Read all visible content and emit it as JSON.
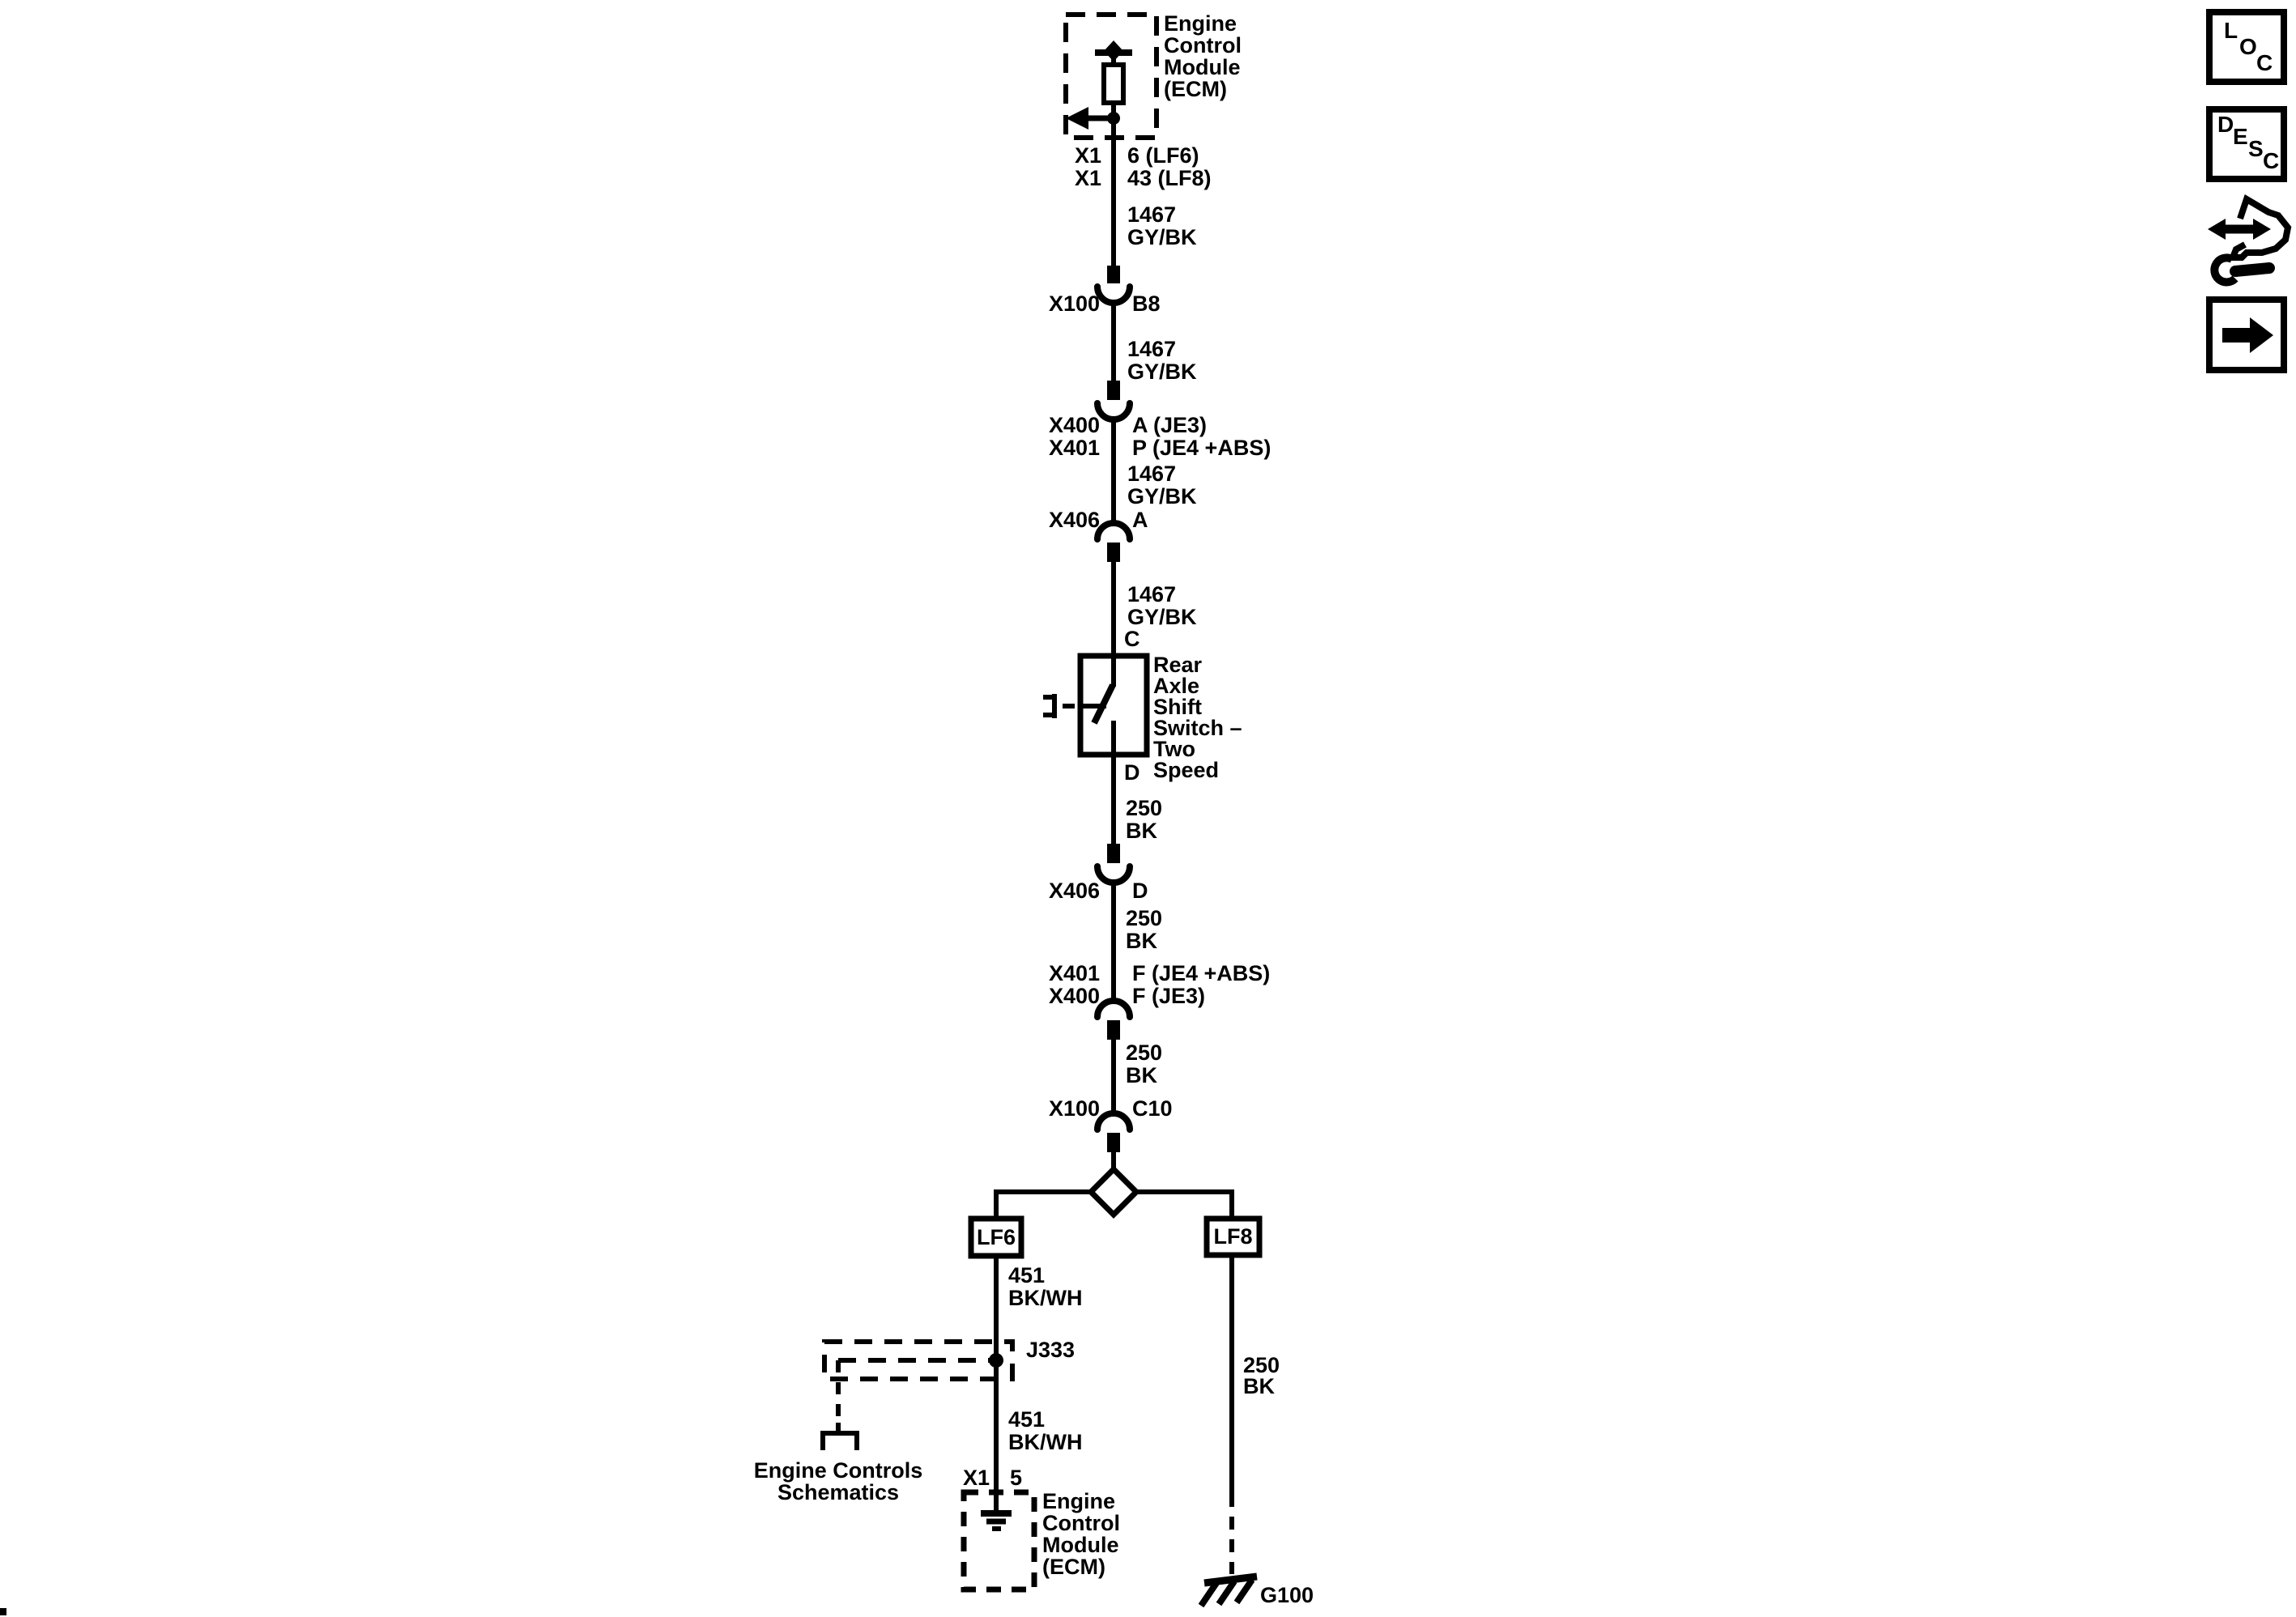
{
  "colors": {
    "ink": "#000000",
    "paper": "#ffffff"
  },
  "toolbar": {
    "loc_letters": [
      "L",
      "O",
      "C"
    ],
    "desc_letters": [
      "D",
      "E",
      "S",
      "C"
    ],
    "icon_names": [
      "loc-button",
      "desc-button",
      "vehicle-repair-icon",
      "next-arrow-button"
    ]
  },
  "diagram": {
    "ecm_top": {
      "lines": [
        "Engine",
        "Control",
        "Module",
        "(ECM)"
      ]
    },
    "ecm_top_pins": [
      {
        "connector": "X1",
        "pin": "6 (LF6)"
      },
      {
        "connector": "X1",
        "pin": "43 (LF8)"
      }
    ],
    "wire_1467": {
      "circuit": "1467",
      "color": "GY/BK"
    },
    "wire_250": {
      "circuit": "250",
      "color": "BK"
    },
    "wire_451": {
      "circuit": "451",
      "color": "BK/WH"
    },
    "conn_x100_b8": {
      "connector": "X100",
      "pin": "B8"
    },
    "conn_x400_in": [
      {
        "connector": "X400",
        "pin": "A (JE3)"
      },
      {
        "connector": "X401",
        "pin": "P (JE4 +ABS)"
      }
    ],
    "conn_x406_in": {
      "connector": "X406",
      "pin": "A"
    },
    "switch": {
      "pin_in": "C",
      "pin_out": "D",
      "lines": [
        "Rear",
        "Axle",
        "Shift",
        "Switch –",
        "Two",
        "Speed"
      ]
    },
    "conn_x406_out": {
      "connector": "X406",
      "pin": "D"
    },
    "conn_x400_out": [
      {
        "connector": "X401",
        "pin": "F (JE4 +ABS)"
      },
      {
        "connector": "X400",
        "pin": "F (JE3)"
      }
    ],
    "conn_x100_out": {
      "connector": "X100",
      "pin": "C10"
    },
    "engine_options": {
      "left": "LF6",
      "right": "LF8"
    },
    "splice": {
      "name": "J333"
    },
    "reference": {
      "lines": [
        "Engine Controls",
        "Schematics"
      ]
    },
    "ecm_bottom": {
      "connector": "X1",
      "pin": "5",
      "lines": [
        "Engine",
        "Control",
        "Module",
        "(ECM)"
      ]
    },
    "ground": {
      "name": "G100"
    }
  }
}
